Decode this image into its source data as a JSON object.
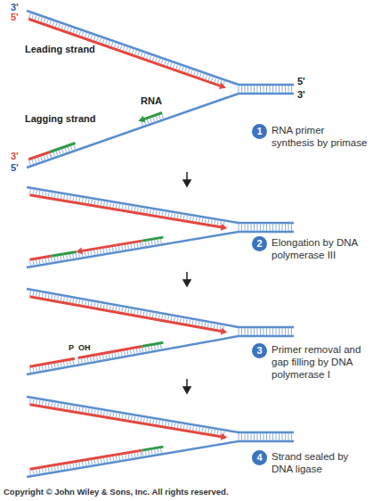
{
  "diagram": {
    "nodes": [
      {
        "text": [
          "1",
          "RNA primer synthesis by primase"
        ]
      },
      {
        "text": [
          "2",
          "Elongation by DNA polymerase III"
        ]
      },
      {
        "text": [
          "3",
          "Primer removal and gap filling by DNA polymerase I"
        ]
      },
      {
        "text": [
          "4",
          "Strand sealed by DNA ligase"
        ]
      }
    ],
    "labels": [
      "3'",
      "5'",
      "Leading strand",
      "RNA",
      "Lagging strand",
      "3'",
      "5'",
      "5'",
      "3'",
      "P",
      "OH",
      "Copyright © John Wiley & Sons, Inc. All rights reserved."
    ]
  }
}
